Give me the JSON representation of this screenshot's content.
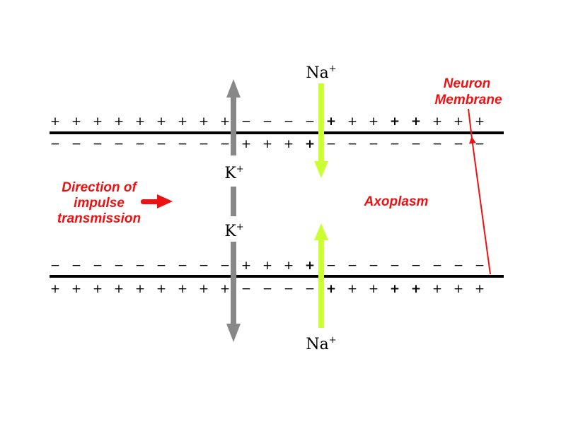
{
  "colors": {
    "membrane": "#000000",
    "potassium_arrow": "#888888",
    "sodium_arrow": "#ccff33",
    "annotation": "#ee1111"
  },
  "symbols": {
    "plus": "+",
    "minus": "−"
  },
  "ions": {
    "sodium": {
      "base": "Na",
      "charge": "+"
    },
    "potassium": {
      "base": "K",
      "charge": "+"
    }
  },
  "labels": {
    "membrane_line1": "Neuron",
    "membrane_line2": "Membrane",
    "direction_line1": "Direction of",
    "direction_line2": "impulse",
    "direction_line3": "transmission",
    "axoplasm": "Axoplasm"
  },
  "charges": {
    "top_outside": [
      "+",
      "+",
      "+",
      "+",
      "+",
      "+",
      "+",
      "+",
      "+",
      "−",
      "−",
      "−",
      "−",
      "+",
      "+",
      "+",
      "+",
      "+",
      "+",
      "+",
      "+"
    ],
    "top_inside": [
      "−",
      "−",
      "−",
      "−",
      "−",
      "−",
      "−",
      "−",
      "−",
      "+",
      "+",
      "+",
      "+",
      "−",
      "−",
      "−",
      "−",
      "−",
      "−",
      "−",
      "−"
    ],
    "bottom_inside": [
      "−",
      "−",
      "−",
      "−",
      "−",
      "−",
      "−",
      "−",
      "−",
      "+",
      "+",
      "+",
      "+",
      "−",
      "−",
      "−",
      "−",
      "−",
      "−",
      "−",
      "−"
    ],
    "bottom_outside": [
      "+",
      "+",
      "+",
      "+",
      "+",
      "+",
      "+",
      "+",
      "+",
      "−",
      "−",
      "−",
      "−",
      "+",
      "+",
      "+",
      "+",
      "+",
      "+",
      "+",
      "+"
    ]
  }
}
